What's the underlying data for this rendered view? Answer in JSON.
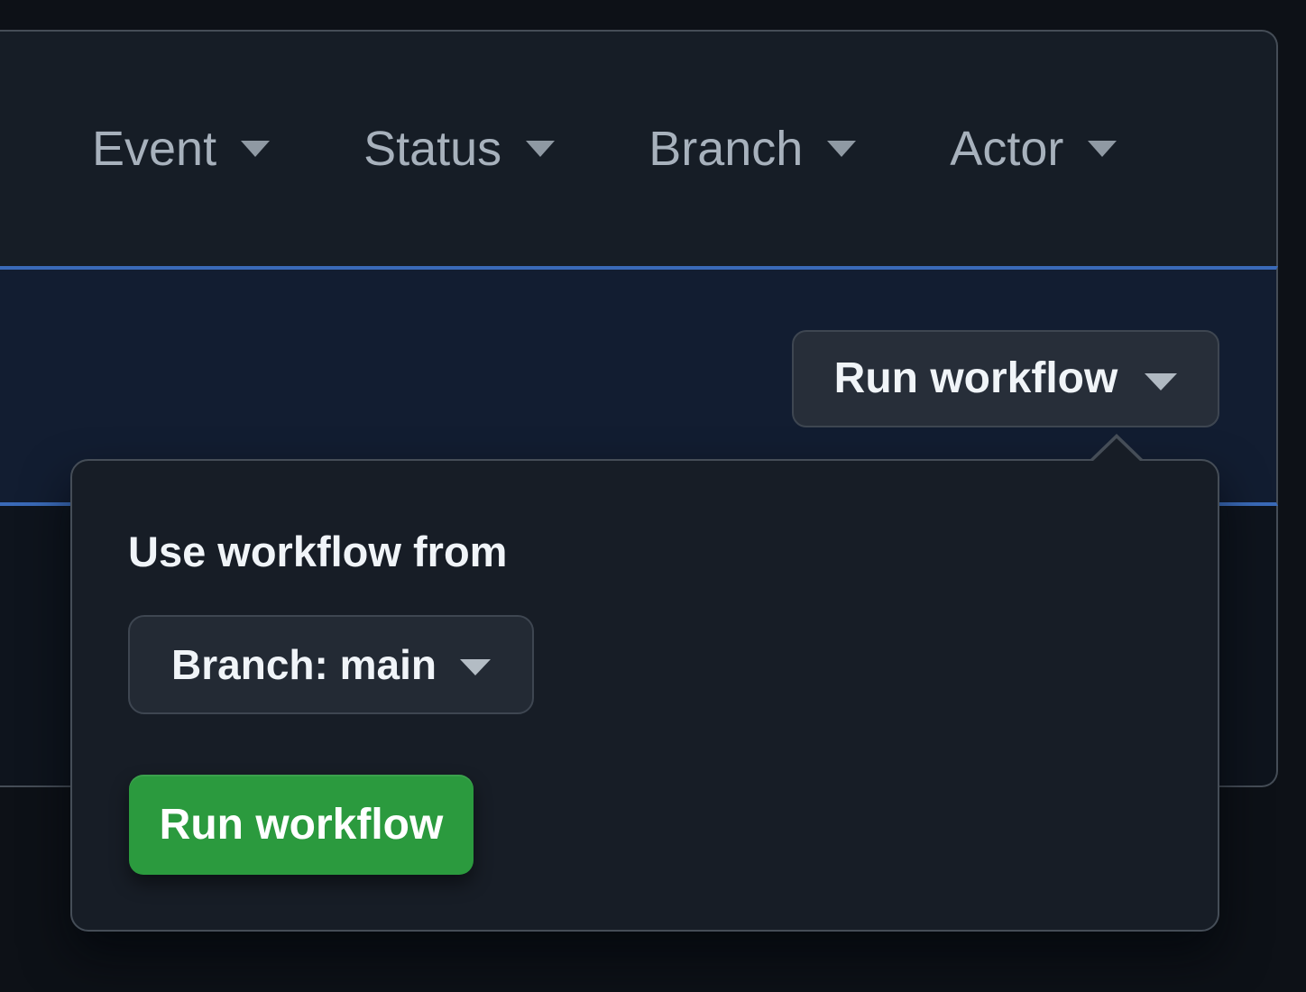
{
  "colors": {
    "page_bg": "#0d1117",
    "panel_header_bg": "#161d26",
    "panel_border": "#454d57",
    "selected_row_bg": "#121d31",
    "selected_row_accent": "#3a6ab8",
    "secondary_button_bg": "#272e39",
    "secondary_button_border": "#3e4651",
    "popover_bg": "#171d26",
    "primary_green": "#2b9a3e",
    "text_primary": "#f0f4f8",
    "text_muted": "#a7b1bc"
  },
  "icons": {
    "chevron_down": "css-triangle-down"
  },
  "filters": {
    "items": [
      {
        "label": "Event"
      },
      {
        "label": "Status"
      },
      {
        "label": "Branch"
      },
      {
        "label": "Actor"
      }
    ]
  },
  "run_row": {
    "run_workflow_dropdown_label": "Run workflow"
  },
  "popover": {
    "heading": "Use workflow from",
    "branch_selector_label": "Branch: main",
    "run_button_label": "Run workflow"
  }
}
